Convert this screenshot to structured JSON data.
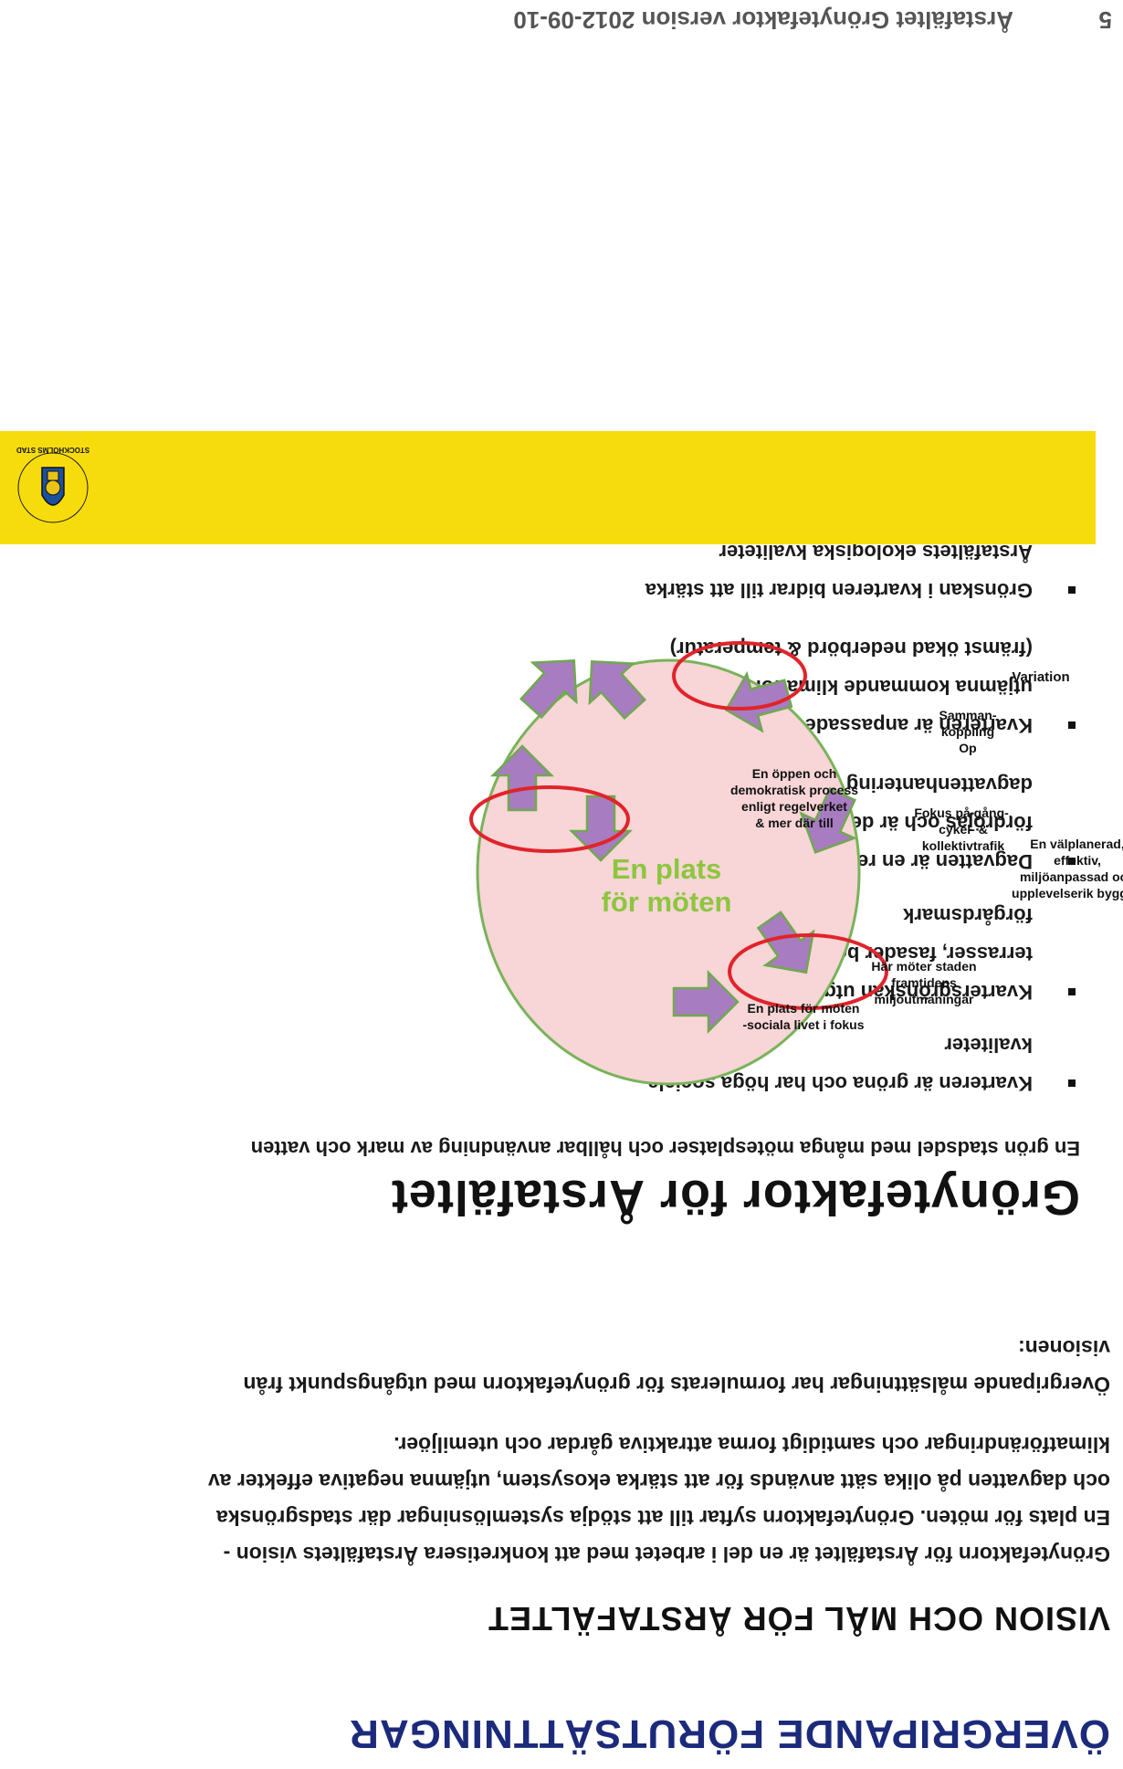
{
  "heading": "ÖVERGRIPANDE FÖRUTSÄTTNINGAR",
  "vision_heading": "VISION OCH MÅL FÖR ÅRSTAFÄLTET",
  "vision_text": [
    "Grönytefaktorn för Årstafältet är en del i arbetet med att konkretisera Årstafältets vision -",
    "En plats för möten. Grönytefaktorn syftar till att stödja systemlösningar där stadsgrönska",
    "och dagvatten på olika sätt används för att stärka ekosystem, utjämna negativa effekter av",
    "klimatförändringar och samtidigt forma attraktiva gårdar och utemiljöer."
  ],
  "goals_intro": [
    "Övergripande målsättningar har formulerats för grönytefaktorn med utgångspunkt från",
    "visionen:"
  ],
  "diagram_title": "Grönytefaktor för Årstafältet",
  "diagram_subtitle": "En grön stadsdel med många mötesplatser och hållbar användning av mark och vatten",
  "bullets": [
    [
      "Kvarteren är gröna och har höga sociala",
      "kvaliteter"
    ],
    [
      "Kvartersgrönskan utgörs av gröna tak,",
      "terrasser, fasader bostadsgårdar och",
      "förgårdsmark"
    ],
    [
      "Dagvatten är en resurs för bevattning, ska",
      "fördröjas och är del av en hållbar",
      "dagvattenhantering"
    ],
    [
      "Kvarteren är anpassade för att klara och",
      "utjämna kommande klimatförändringar",
      "(främst ökad nederbörd & temperatur)"
    ],
    [
      "Grönskan i kvarteren bidrar till att stärka",
      "Årstafältets ekologiska kvaliteter"
    ]
  ],
  "circle": {
    "center_line1": "En plats",
    "center_line2": "för möten",
    "variation": "Variation",
    "samman": [
      "Samman-",
      "koppling",
      "Op"
    ],
    "fokus": [
      "Fokus på gång-,",
      "cykel- &",
      "kollektivtrafik"
    ],
    "har_moter": [
      "Här möter staden",
      "framtidens",
      "miljöutmaningar"
    ],
    "en_plats_lines": [
      "En plats för möten",
      "-sociala livet i fokus"
    ],
    "varierad": [
      "En välplanerad,",
      "effektiv,",
      "miljöanpassad och",
      "upplevelserik byggtid"
    ],
    "oppen": [
      "En öppen och",
      "demokratisk process",
      "enligt regelverket",
      "& mer där till"
    ],
    "colors": {
      "fill": "#f8d5d6",
      "border": "#79b35a",
      "arrow": "#a87cc0",
      "arrow_outline": "#6fa94f",
      "highlight": "#e0242a",
      "center_text": "#8cc63f"
    }
  },
  "logo": {
    "text": "STOCKHOLMS STAD"
  },
  "footer": "Årstafältet Grönytefaktor version 2012-09-10",
  "page_number": "5",
  "colors": {
    "heading": "#1c2a7c",
    "banner": "#f7dc0d"
  }
}
